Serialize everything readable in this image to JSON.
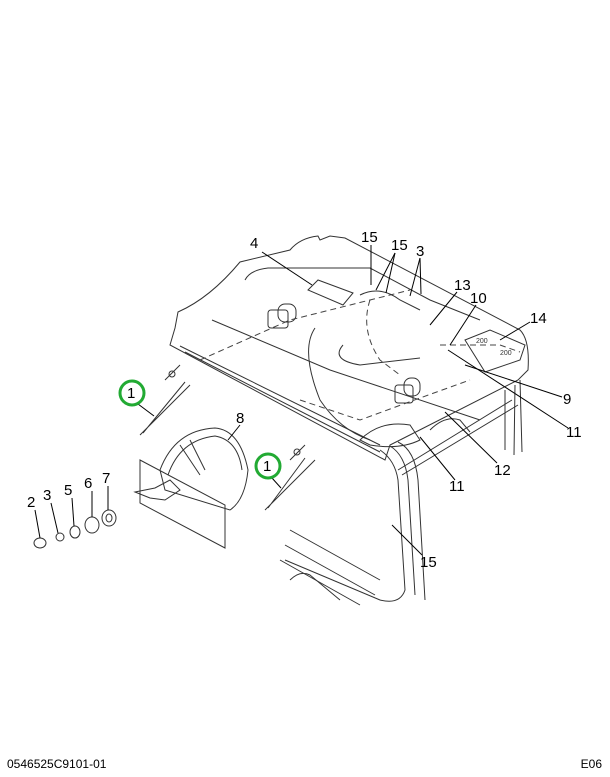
{
  "diagram": {
    "callouts": {
      "c1a": "1",
      "c1b": "1",
      "c2": "2",
      "c3a": "3",
      "c3b": "3",
      "c4": "4",
      "c5": "5",
      "c6": "6",
      "c7": "7",
      "c8": "8",
      "c9": "9",
      "c10": "10",
      "c11a": "11",
      "c11b": "11",
      "c12": "12",
      "c13": "13",
      "c14": "14",
      "c15a": "15",
      "c15b": "15",
      "c15c": "15"
    },
    "part_markings": [
      "200",
      "200"
    ],
    "highlight_color": "#22aa33"
  },
  "footer": {
    "document_id": "0546525C9101-01",
    "sheet_code": "E06"
  }
}
